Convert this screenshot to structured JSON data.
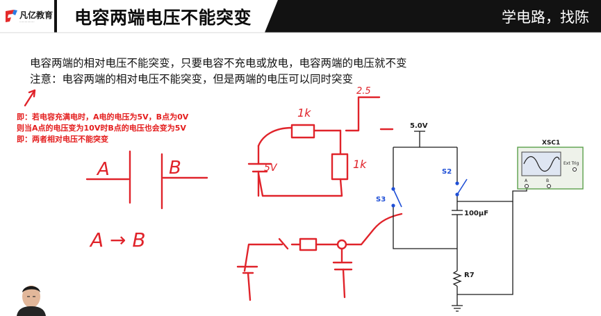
{
  "brand": {
    "name": "凡亿教育"
  },
  "slide": {
    "title": "电容两端电压不能突变",
    "slogan": "学电路，找陈",
    "line1": "电容两端的相对电压不能突变，只要电容不充电或放电，电容两端的电压就不变",
    "line2": "注意：电容两端的相对电压不能突变，但是两端的电压可以同时突变",
    "notes": [
      "即：若电容充满电时，A电的电压为5V，B点为0V",
      "则当A点的电压变为10V时B点的电压也会变为5V",
      "即：两者相对电压不能突变"
    ]
  },
  "schematic": {
    "supply_label": "5.0V",
    "switch_s2": "S2",
    "switch_s3": "S3",
    "capacitor_label": "100μF",
    "resistor_label": "R7",
    "scope_label": "XSC1",
    "scope_ext_trig": "Ext Trig",
    "scope_ch_a": "A",
    "scope_ch_b": "B"
  },
  "handwriting": {
    "r1_label": "1k",
    "r2_label": "1k",
    "source_label": "5V",
    "volt_label": "2.5",
    "plate_a": "A",
    "plate_b": "B",
    "transition": "A → B"
  },
  "colors": {
    "ink_red": "#e0232a",
    "schematic_blue": "#1f4fd6",
    "scope_green": "#5aa04a"
  }
}
